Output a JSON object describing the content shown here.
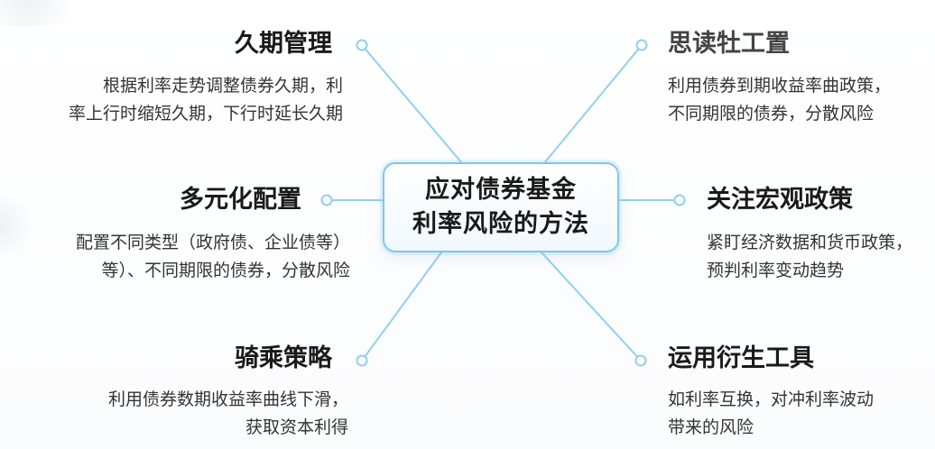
{
  "center": {
    "title": "应对债券基金\n利率风险的方法"
  },
  "branches": [
    {
      "id": "duration",
      "title": "久期管理",
      "desc": "根据利率走势调整债券久期，利\n率上行时缩短久期，下行时延长久期"
    },
    {
      "id": "ladder",
      "title": "思读牡工置",
      "desc": "利用债券到期收益率曲政策，\n不同期限的债券，分散风险"
    },
    {
      "id": "diversify",
      "title": "多元化配置",
      "desc": "配置不同类型（政府债、企业债等）\n等）、不同期限的债券，分散风险"
    },
    {
      "id": "macro",
      "title": "关注宏观政策",
      "desc": "紧盯经济数据和货币政策，\n预判利率变动趋势"
    },
    {
      "id": "riding",
      "title": "骑乘策略",
      "desc": "利用债券数期收益率曲线下滑，\n获取资本利得"
    },
    {
      "id": "derivatives",
      "title": "运用衍生工具",
      "desc": "如利率互换，对冲利率波动\n带来的风险"
    }
  ],
  "colors": {
    "connector": "#8fd0ef",
    "connector_dot_fill": "#ffffff",
    "center_border": "#7ec6ec"
  }
}
